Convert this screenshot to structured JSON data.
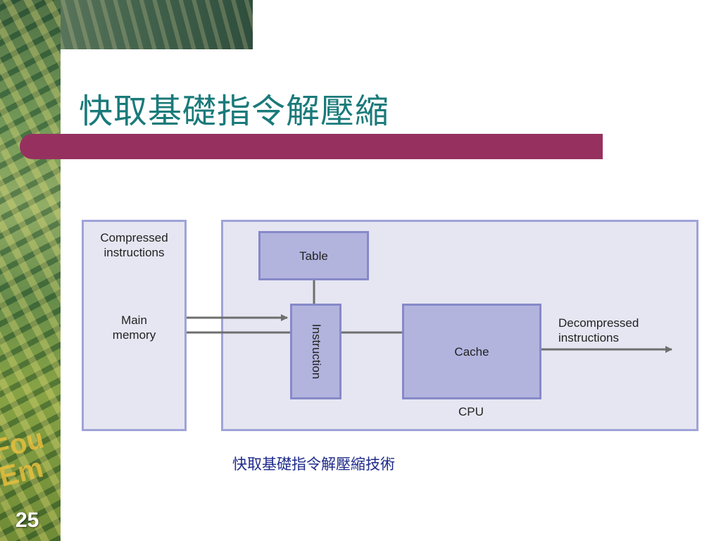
{
  "slide": {
    "title": "快取基礎指令解壓縮",
    "number": "25",
    "caption": "快取基礎指令解壓縮技術",
    "decor_text": "Fou\nEm"
  },
  "diagram": {
    "memory": {
      "top_label": "Compressed\ninstructions",
      "bottom_label": "Main\nmemory"
    },
    "cpu": {
      "label": "CPU"
    },
    "table": {
      "label": "Table"
    },
    "instruction": {
      "label": "Instruction"
    },
    "cache": {
      "label": "Cache"
    },
    "output": {
      "label": "Decompressed\ninstructions"
    }
  },
  "colors": {
    "title": "#1a7a7a",
    "title_bar": "#96315f",
    "caption": "#1e2a8a",
    "panel_fill": "#e6e6f2",
    "block_fill": "#b2b4de",
    "wire": "#6e6e6e"
  }
}
